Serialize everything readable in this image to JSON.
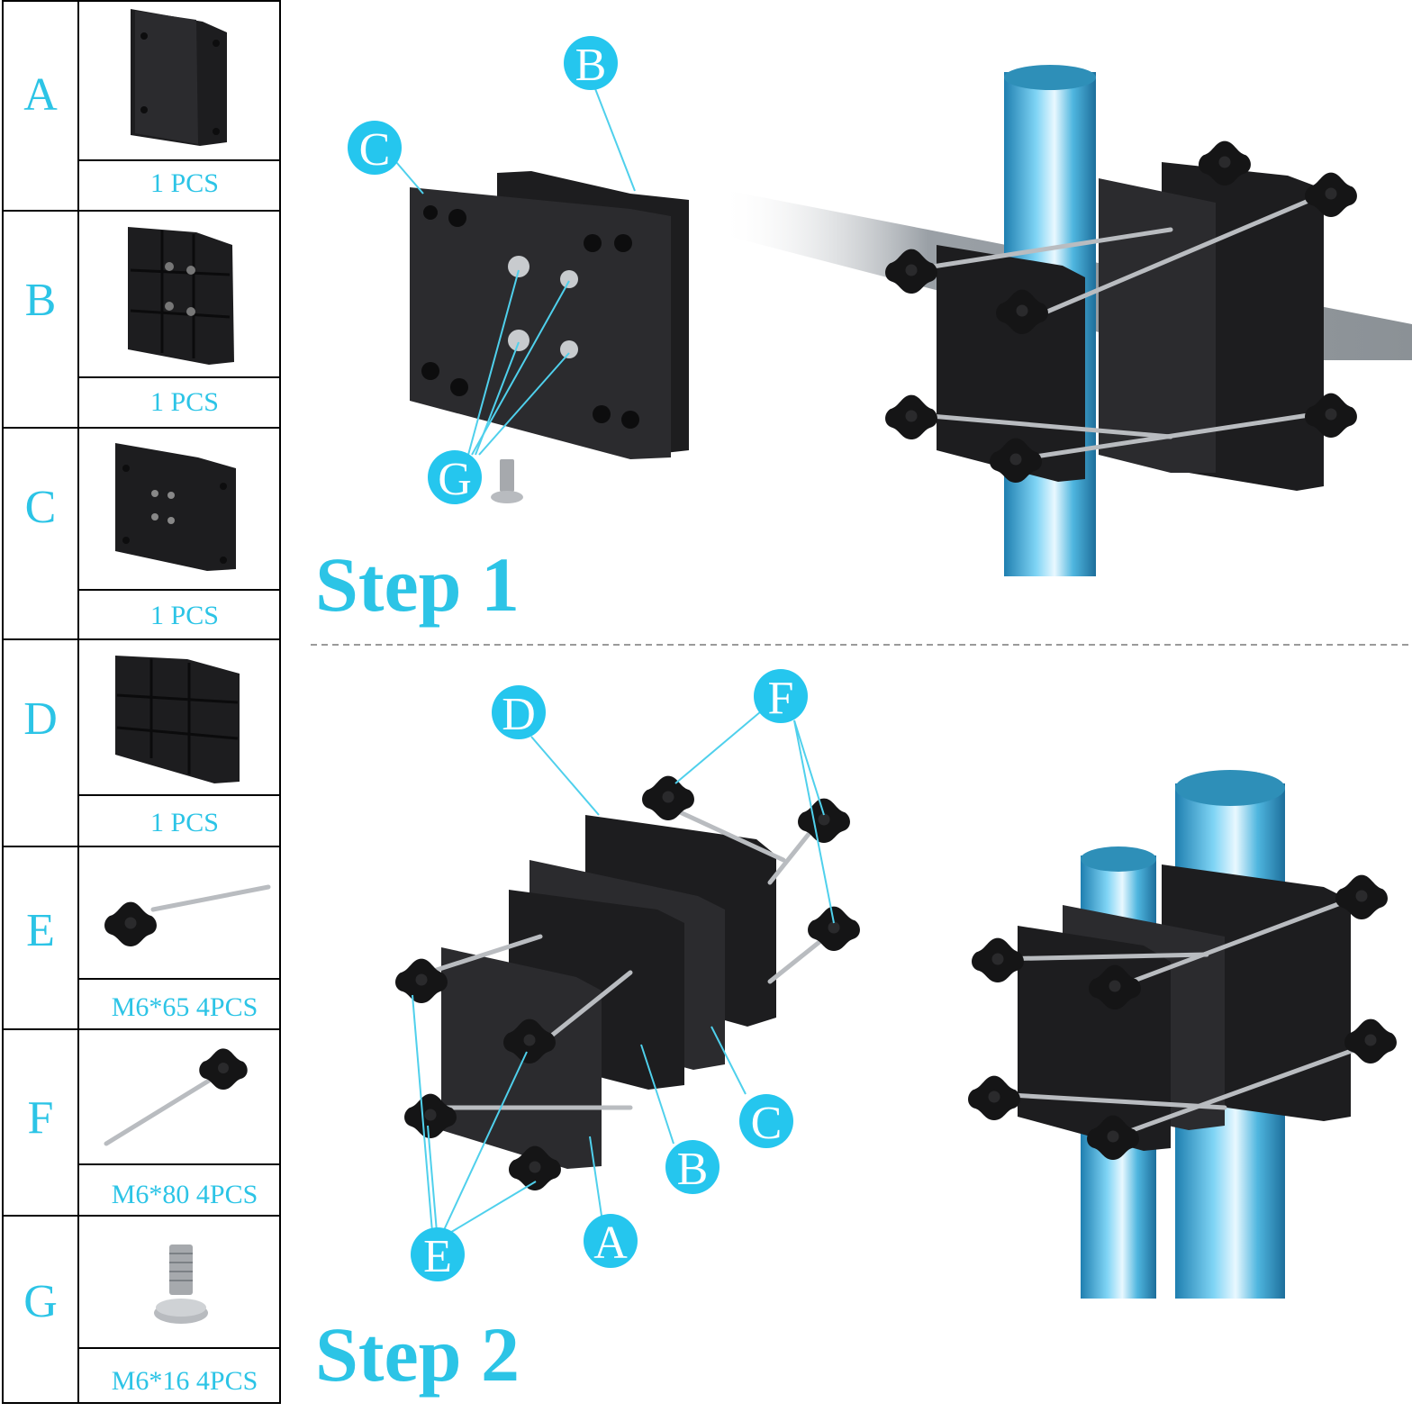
{
  "parts_table": [
    {
      "letter": "A",
      "qty": "1 PCS",
      "icon": "plate-a-icon"
    },
    {
      "letter": "B",
      "qty": "1 PCS",
      "icon": "plate-b-icon"
    },
    {
      "letter": "C",
      "qty": "1 PCS",
      "icon": "plate-c-icon"
    },
    {
      "letter": "D",
      "qty": "1 PCS",
      "icon": "plate-d-icon"
    },
    {
      "letter": "E",
      "qty": "M6*65 4PCS",
      "icon": "knob-bolt-65-icon"
    },
    {
      "letter": "F",
      "qty": "M6*80 4PCS",
      "icon": "knob-bolt-80-icon"
    },
    {
      "letter": "G",
      "qty": "M6*16 4PCS",
      "icon": "screw-icon"
    }
  ],
  "step1": {
    "title": "Step 1",
    "callouts": [
      "C",
      "B",
      "G"
    ]
  },
  "step2": {
    "title": "Step 2",
    "callouts": [
      "D",
      "F",
      "C",
      "B",
      "A",
      "E"
    ]
  },
  "colors": {
    "accent": "#2cc4e6",
    "plastic": "#1d1d1f",
    "pipe": "#4fb6df",
    "grid_line": "#000000"
  }
}
